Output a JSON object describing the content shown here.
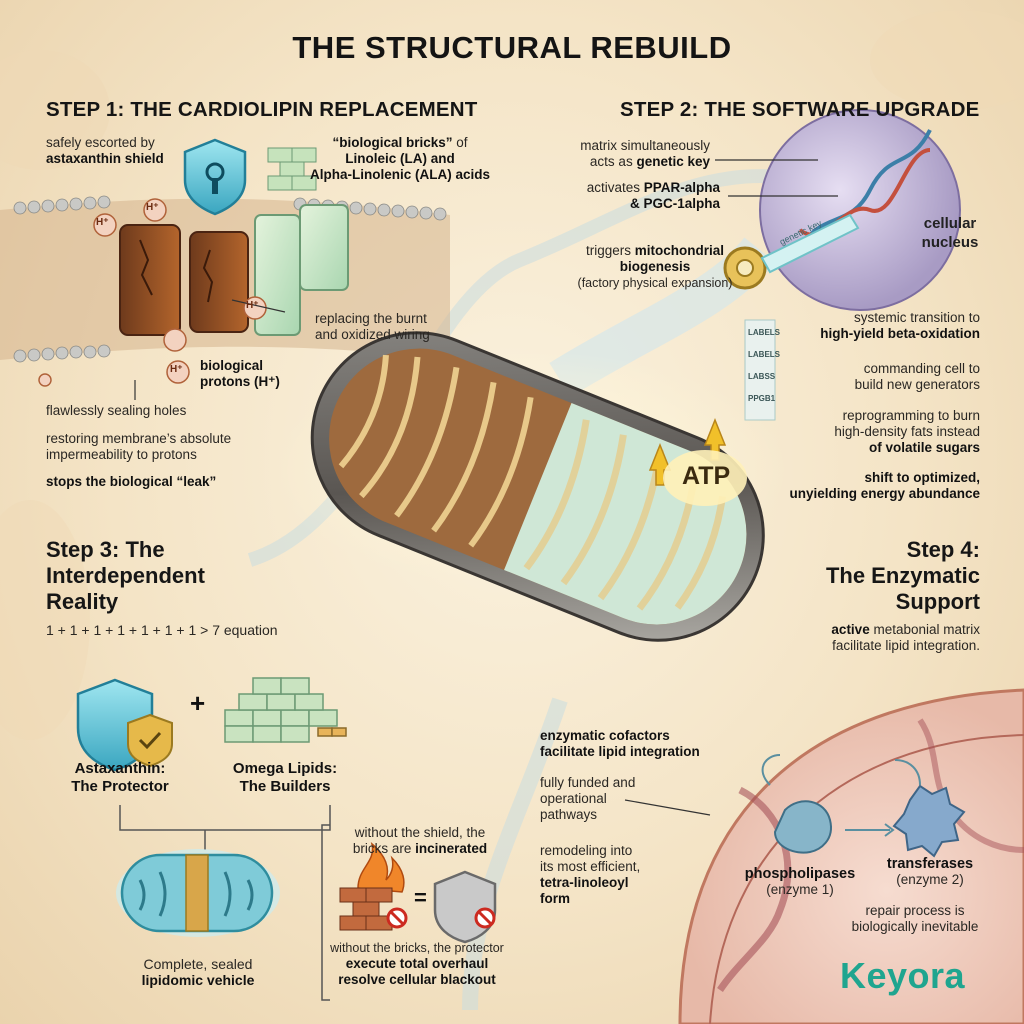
{
  "title": "THE STRUCTURAL REBUILD",
  "colors": {
    "shield": "#5fc6d8",
    "lipid_green": "#bfe0b5",
    "burnt": "#8a4a26",
    "nucleus": "#c8bde0",
    "brand": "#1fa58f"
  },
  "step1": {
    "heading": "STEP 1: THE CARDIOLIPIN REPLACEMENT",
    "escort_line1": "safely escorted by",
    "escort_line2": "astaxanthin shield",
    "bricks_line1a": "“biological bricks”",
    "bricks_line1b": " of",
    "bricks_line2": "Linoleic (LA) and",
    "bricks_line3": "Alpha-Linolenic (ALA) acids",
    "replacing_line1": "replacing the burnt",
    "replacing_line2": "and oxidized wiring",
    "protons_line1": "biological",
    "protons_line2": "protons (H⁺)",
    "proton_symbol": "H⁺",
    "sealing": "flawlessly sealing holes",
    "restoring_line1": "restoring membrane’s absolute",
    "restoring_line2": "impermeability to protons",
    "stops": "stops the biological “leak”"
  },
  "step2": {
    "heading": "STEP 2: THE SOFTWARE UPGRADE",
    "matrix_line1": "matrix simultaneously",
    "matrix_line2a": "acts as ",
    "matrix_line2b": "genetic key",
    "activates_line1a": "activates ",
    "activates_line1b": "PPAR-alpha",
    "activates_line2": "& PGC-1alpha",
    "triggers_line1a": "triggers ",
    "triggers_line1b": "mitochondrial",
    "triggers_line2": "biogenesis",
    "triggers_line3": "(factory physical expansion)",
    "nucleus_line1": "cellular",
    "nucleus_line2": "nucleus",
    "key_label": "genetic key",
    "systemic_line1": "systemic transition to",
    "systemic_line2": "high-yield beta-oxidation",
    "commanding_line1": "commanding cell to",
    "commanding_line2": "build new generators",
    "reprogramming_line1": "reprogramming to burn",
    "reprogramming_line2": "high-density fats instead",
    "reprogramming_line3": "of volatile sugars",
    "shift_line1": "shift to optimized,",
    "shift_line2": "unyielding energy abundance",
    "tape_labels": [
      "LABELS",
      "LABELS",
      "LABSS",
      "PPGB1"
    ]
  },
  "atp": "ATP",
  "step3": {
    "heading_line1": "Step 3: The",
    "heading_line2": "Interdependent",
    "heading_line3": "Reality",
    "equation": "1 + 1 + 1 + 1 + 1 + 1 + 1 > 7 equation",
    "plus": "+",
    "astaxanthin_line1": "Astaxanthin:",
    "astaxanthin_line2": "The Protector",
    "omega_line1": "Omega Lipids:",
    "omega_line2": "The Builders",
    "without_shield_line1": "without the shield, the",
    "without_shield_line2a": "bricks are ",
    "without_shield_line2b": "incinerated",
    "equals": "=",
    "without_bricks": "without the bricks, the protector",
    "execute_line1": "execute total overhaul",
    "execute_line2": "resolve cellular blackout",
    "complete_line1": "Complete, sealed",
    "complete_line2": "lipidomic vehicle"
  },
  "step4": {
    "heading_line1": "Step 4:",
    "heading_line2": "The Enzymatic",
    "heading_line3": "Support",
    "active_line1a": "active",
    "active_line1b": " metabonial matrix",
    "active_line2": "facilitate lipid integration.",
    "cofactors_line1": "enzymatic cofactors",
    "cofactors_line2": "facilitate lipid integration",
    "funded_line1": "fully funded and",
    "funded_line2": "operational",
    "funded_line3": "pathways",
    "remodeling_line1": "remodeling into",
    "remodeling_line2": "its most efficient,",
    "remodeling_line3": "tetra-linoleoyl",
    "remodeling_line4": "form",
    "phospholipases": "phospholipases",
    "enzyme1": "(enzyme 1)",
    "transferases": "transferases",
    "enzyme2": "(enzyme 2)",
    "repair_line1": "repair process is",
    "repair_line2": "biologically inevitable"
  },
  "brand": "Keyora"
}
